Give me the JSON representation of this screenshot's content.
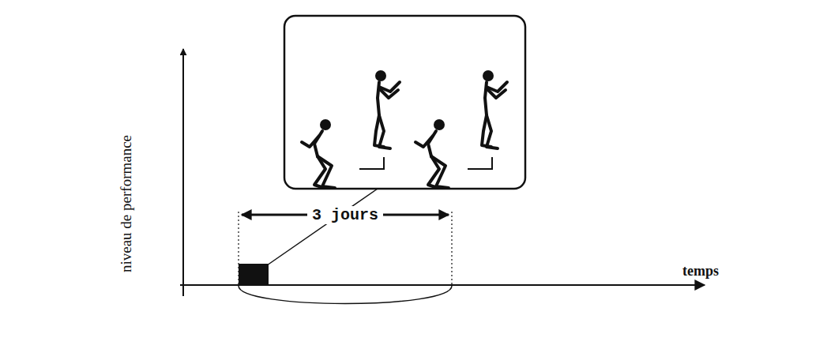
{
  "diagram": {
    "labels": [
      "3 jours",
      "niveau de performance",
      "temps"
    ]
  }
}
